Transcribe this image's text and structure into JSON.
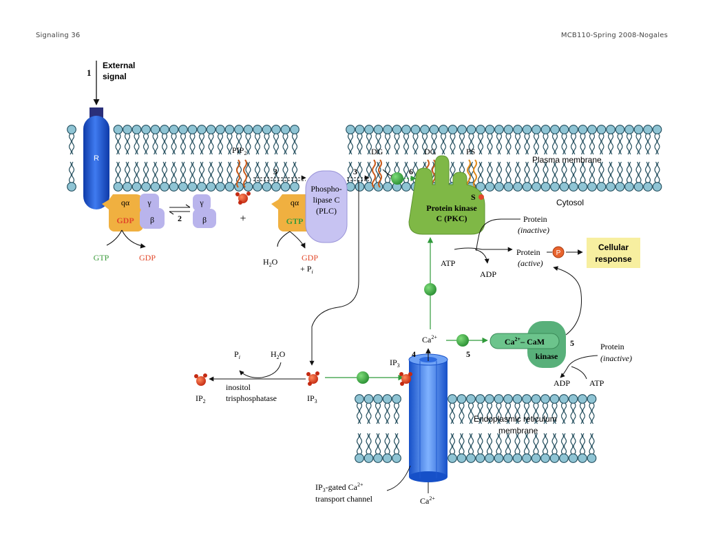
{
  "header": {
    "left": "Signaling 36",
    "right": "MCB110-Spring 2008-Nogales"
  },
  "labels": {
    "step1": "1",
    "external1": "External",
    "external2": "signal",
    "receptor": "R",
    "q_alpha": "qα",
    "gamma": "γ",
    "beta": "β",
    "gdp": "GDP",
    "gtp": "GTP",
    "step2": "2",
    "plus": "+",
    "pip2": "PIP",
    "pip2_sub": "2",
    "step3a": "3",
    "step3b": "3",
    "plc1": "Phospho-",
    "plc2": "lipase C",
    "plc3": "(PLC)",
    "h2o": "H",
    "h2o_sub": "2",
    "h2o_end": "O",
    "gdp_out": "GDP",
    "plus_pi": "+ P",
    "pi_sub": "i",
    "gtp_in": "GTP",
    "gdp_out_left": "GDP",
    "dg1": "DG",
    "dg2": "DG",
    "ps": "PS",
    "step6": "6",
    "plasma_membrane": "Plasma membrane",
    "cytosol": "Cytosol",
    "s_label": "S",
    "pkc1": "Protein kinase",
    "pkc2": "C (PKC)",
    "protein1": "Protein",
    "inactive1": "(inactive)",
    "protein2": "Protein",
    "active": "(active)",
    "p_label": "P",
    "atp1": "ATP",
    "adp1": "ADP",
    "cell_resp1": "Cellular",
    "cell_resp2": "response",
    "ca": "Ca",
    "ca_sup": "2+",
    "step5a": "5",
    "step5b": "5",
    "cam1": "Ca",
    "cam_sup": "2+",
    "cam2": "– CaM",
    "kinase": "kinase",
    "protein3": "Protein",
    "inactive3": "(inactive)",
    "adp2": "ADP",
    "atp2": "ATP",
    "step4": "4",
    "ip3_top": "IP",
    "ip3_top_sub": "3",
    "pi2": "P",
    "pi2_sub": "i",
    "h2o2": "H",
    "h2o2_sub": "2",
    "h2o2_end": "O",
    "inositol1": "inositol",
    "inositol2": "trisphosphatase",
    "ip2": "IP",
    "ip2_sub": "2",
    "ip3": "IP",
    "ip3_sub": "3",
    "er1": "Endoplasmic reticulum",
    "er2": "membrane",
    "channel1": "IP",
    "channel1_sub": "3",
    "channel1_end": "-gated Ca",
    "channel1_sup": "2+",
    "channel2": "transport channel",
    "ca_bottom": "Ca",
    "ca_bottom_sup": "2+"
  },
  "colors": {
    "lipid_head": "#8fc4d4",
    "lipid_tail": "#1e4a5a",
    "receptor": "#1f5fd6",
    "g_alpha": "#f0b040",
    "g_betagamma": "#b9b4ec",
    "plc": "#c7c3f2",
    "pkc": "#7fb846",
    "cam_kinase": "#58b07a",
    "messenger": "#3fae46",
    "ip3": "#e2482a",
    "gdp_text": "#e2482a",
    "gtp_text": "#3a9a3a",
    "response_bg": "#f7efa0",
    "channel": "#3f86ee"
  }
}
